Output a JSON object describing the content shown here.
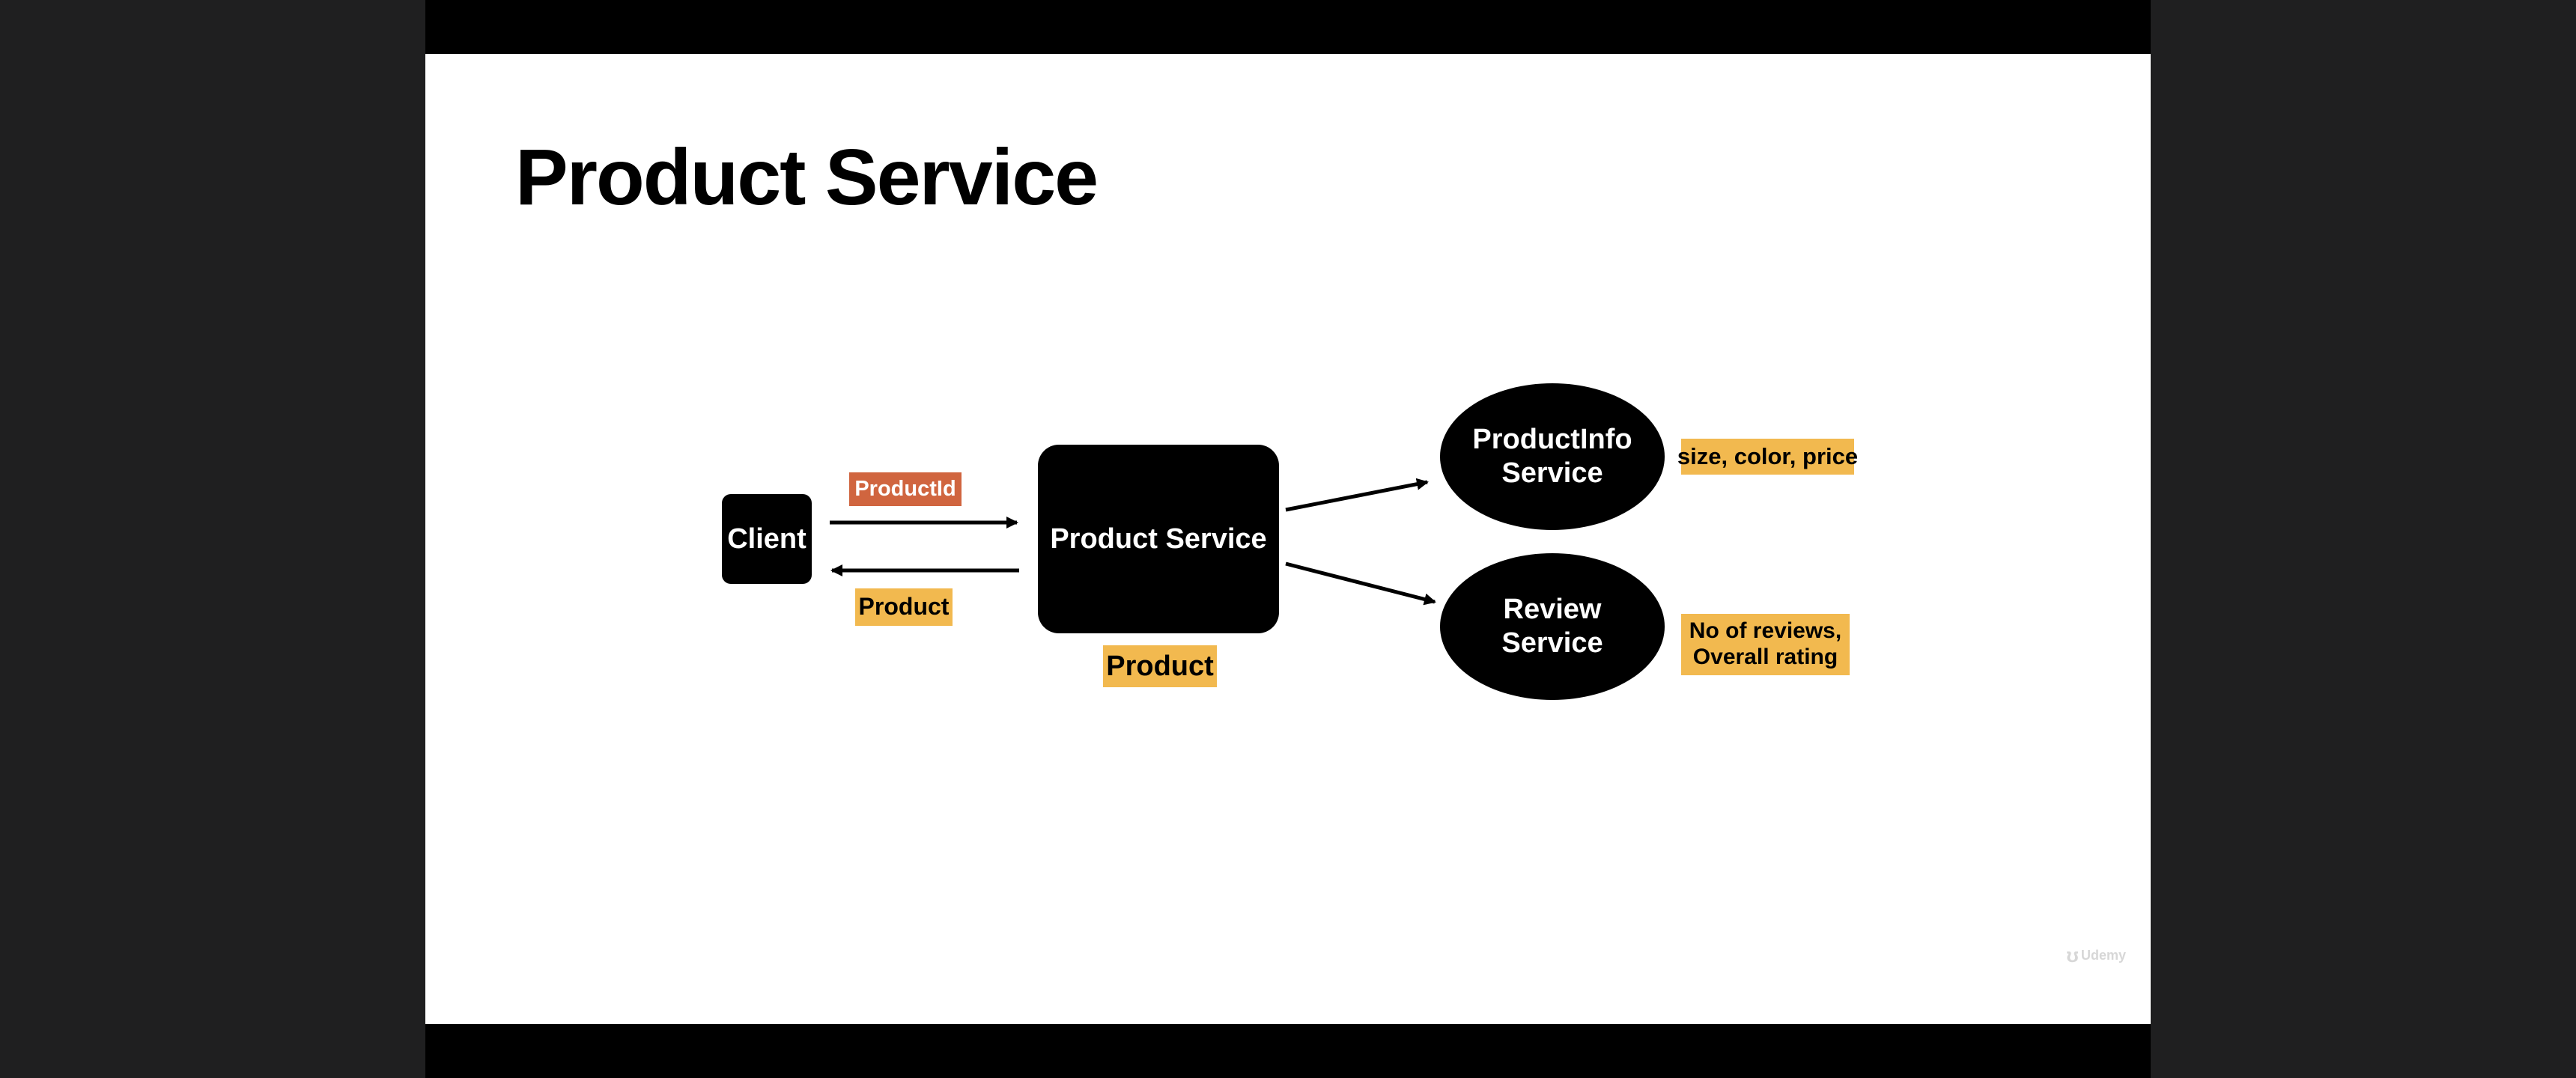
{
  "slide": {
    "title": "Product Service"
  },
  "diagram": {
    "nodes": {
      "client": "Client",
      "product_service": "Product Service",
      "productinfo_service": "ProductInfo Service",
      "review_service": "Review Service"
    },
    "labels": {
      "request": "ProductId",
      "response": "Product",
      "product_service_output": "Product",
      "productinfo_fields": "size, color, price",
      "review_fields": "No of reviews, Overall rating"
    }
  },
  "watermark": {
    "brand": "Udemy",
    "icon": "udemy-logo-icon"
  },
  "colors": {
    "black": "#000000",
    "orange_label": "#d0653f",
    "yellow_label": "#f2b94f",
    "background": "#1f1f20",
    "slide_background": "#ffffff"
  }
}
